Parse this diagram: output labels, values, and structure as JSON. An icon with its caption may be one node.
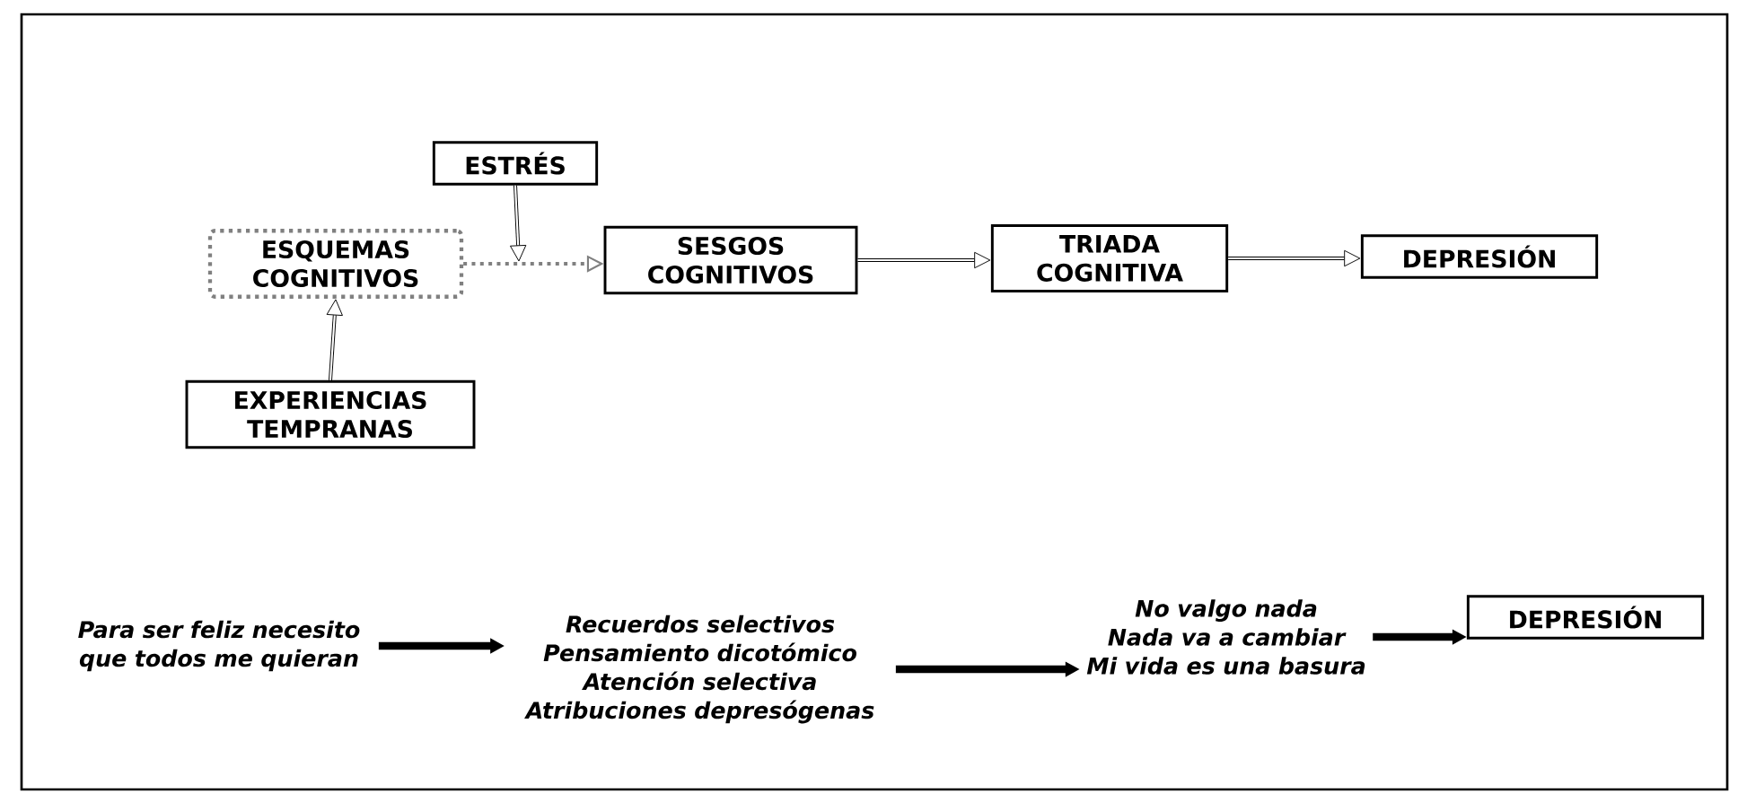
{
  "diagram": {
    "nodes": [
      {
        "text": [
          "ESTRÉS"
        ]
      },
      {
        "text": [
          "ESQUEMAS COGNITIVOS"
        ]
      },
      {
        "text": [
          "EXPERIENCIAS TEMPRANAS"
        ]
      },
      {
        "text": [
          "SESGOS COGNITIVOS"
        ]
      },
      {
        "text": [
          "TRIADA COGNITIVA"
        ]
      },
      {
        "text": [
          "DEPRESIÓN"
        ]
      },
      {
        "text": [
          "Para ser feliz necesito que todos me quieran"
        ]
      },
      {
        "text": [
          "Recuerdos selectivos",
          "Pensamiento dicotómico",
          "Atención selectiva",
          "Atribuciones depresógenas"
        ]
      },
      {
        "text": [
          "No valgo nada",
          "Nada va a cambiar",
          "Mi vida es una basura"
        ]
      },
      {
        "text": [
          "DEPRESIÓN"
        ]
      }
    ],
    "edges": [
      {
        "from": 0,
        "to": null,
        "arrow": "to"
      },
      {
        "from": 2,
        "to": 1,
        "arrow": "to"
      },
      {
        "from": 1,
        "to": 3,
        "arrow": "to",
        "style": "dashed",
        "color": "#808080"
      },
      {
        "from": 3,
        "to": 4,
        "arrow": "to"
      },
      {
        "from": 4,
        "to": 5,
        "arrow": "to"
      },
      {
        "from": 6,
        "to": 7,
        "arrow": "to",
        "style": "thick"
      },
      {
        "from": 7,
        "to": 8,
        "arrow": "to",
        "style": "thick"
      },
      {
        "from": 8,
        "to": 9,
        "arrow": "to",
        "style": "thick"
      }
    ]
  }
}
